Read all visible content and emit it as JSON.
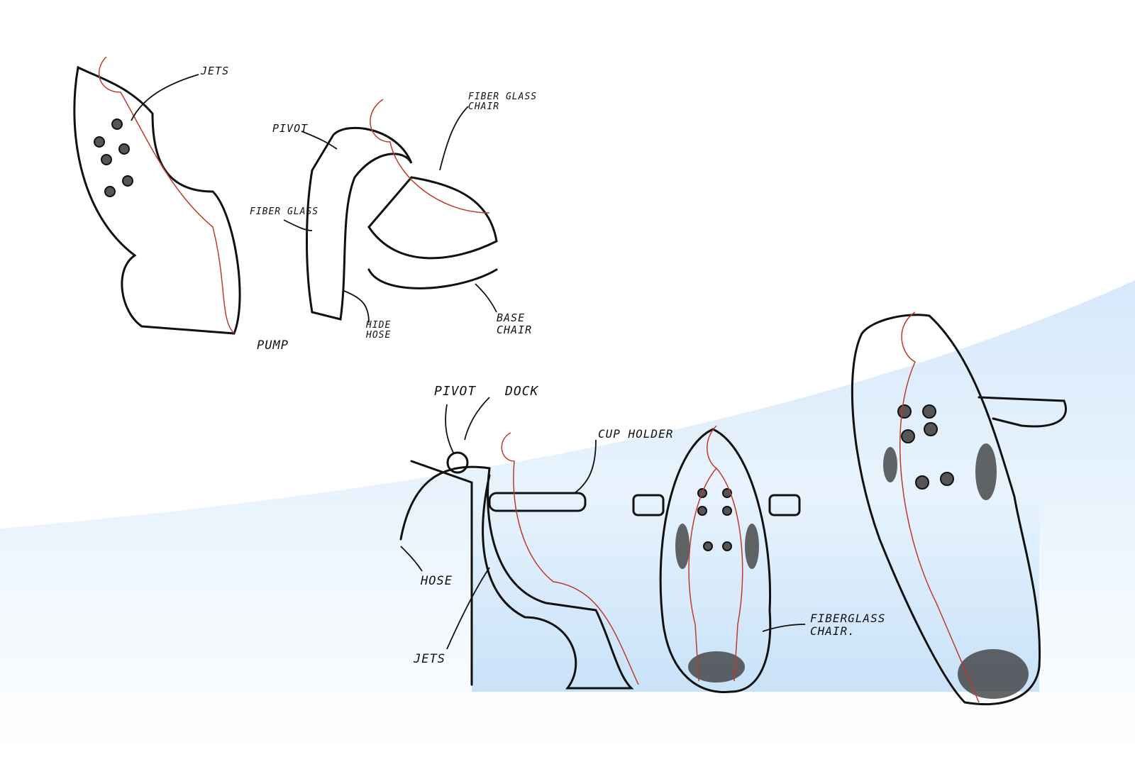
{
  "labels": {
    "jets_top": "JETS",
    "pivot_top": "PIVOT",
    "fiberglass_chair_top": "FIBER GLASS\nCHAIR",
    "fiberglass_top": "FIBER GLASS",
    "pump": "PUMP",
    "hide_hose": "HIDE\nHOSE",
    "base_chair": "BASE\nCHAIR",
    "pivot_bottom": "PIVOT",
    "dock": "DOCK",
    "cup_holder": "CUP HOLDER",
    "hose": "HOSE",
    "jets_bottom": "JETS",
    "fiberglass_chair_bottom": "FIBERGLASS\nCHAIR."
  },
  "colors": {
    "water": "#cfe6fa",
    "ink": "#111111",
    "figure": "#c0392b"
  }
}
